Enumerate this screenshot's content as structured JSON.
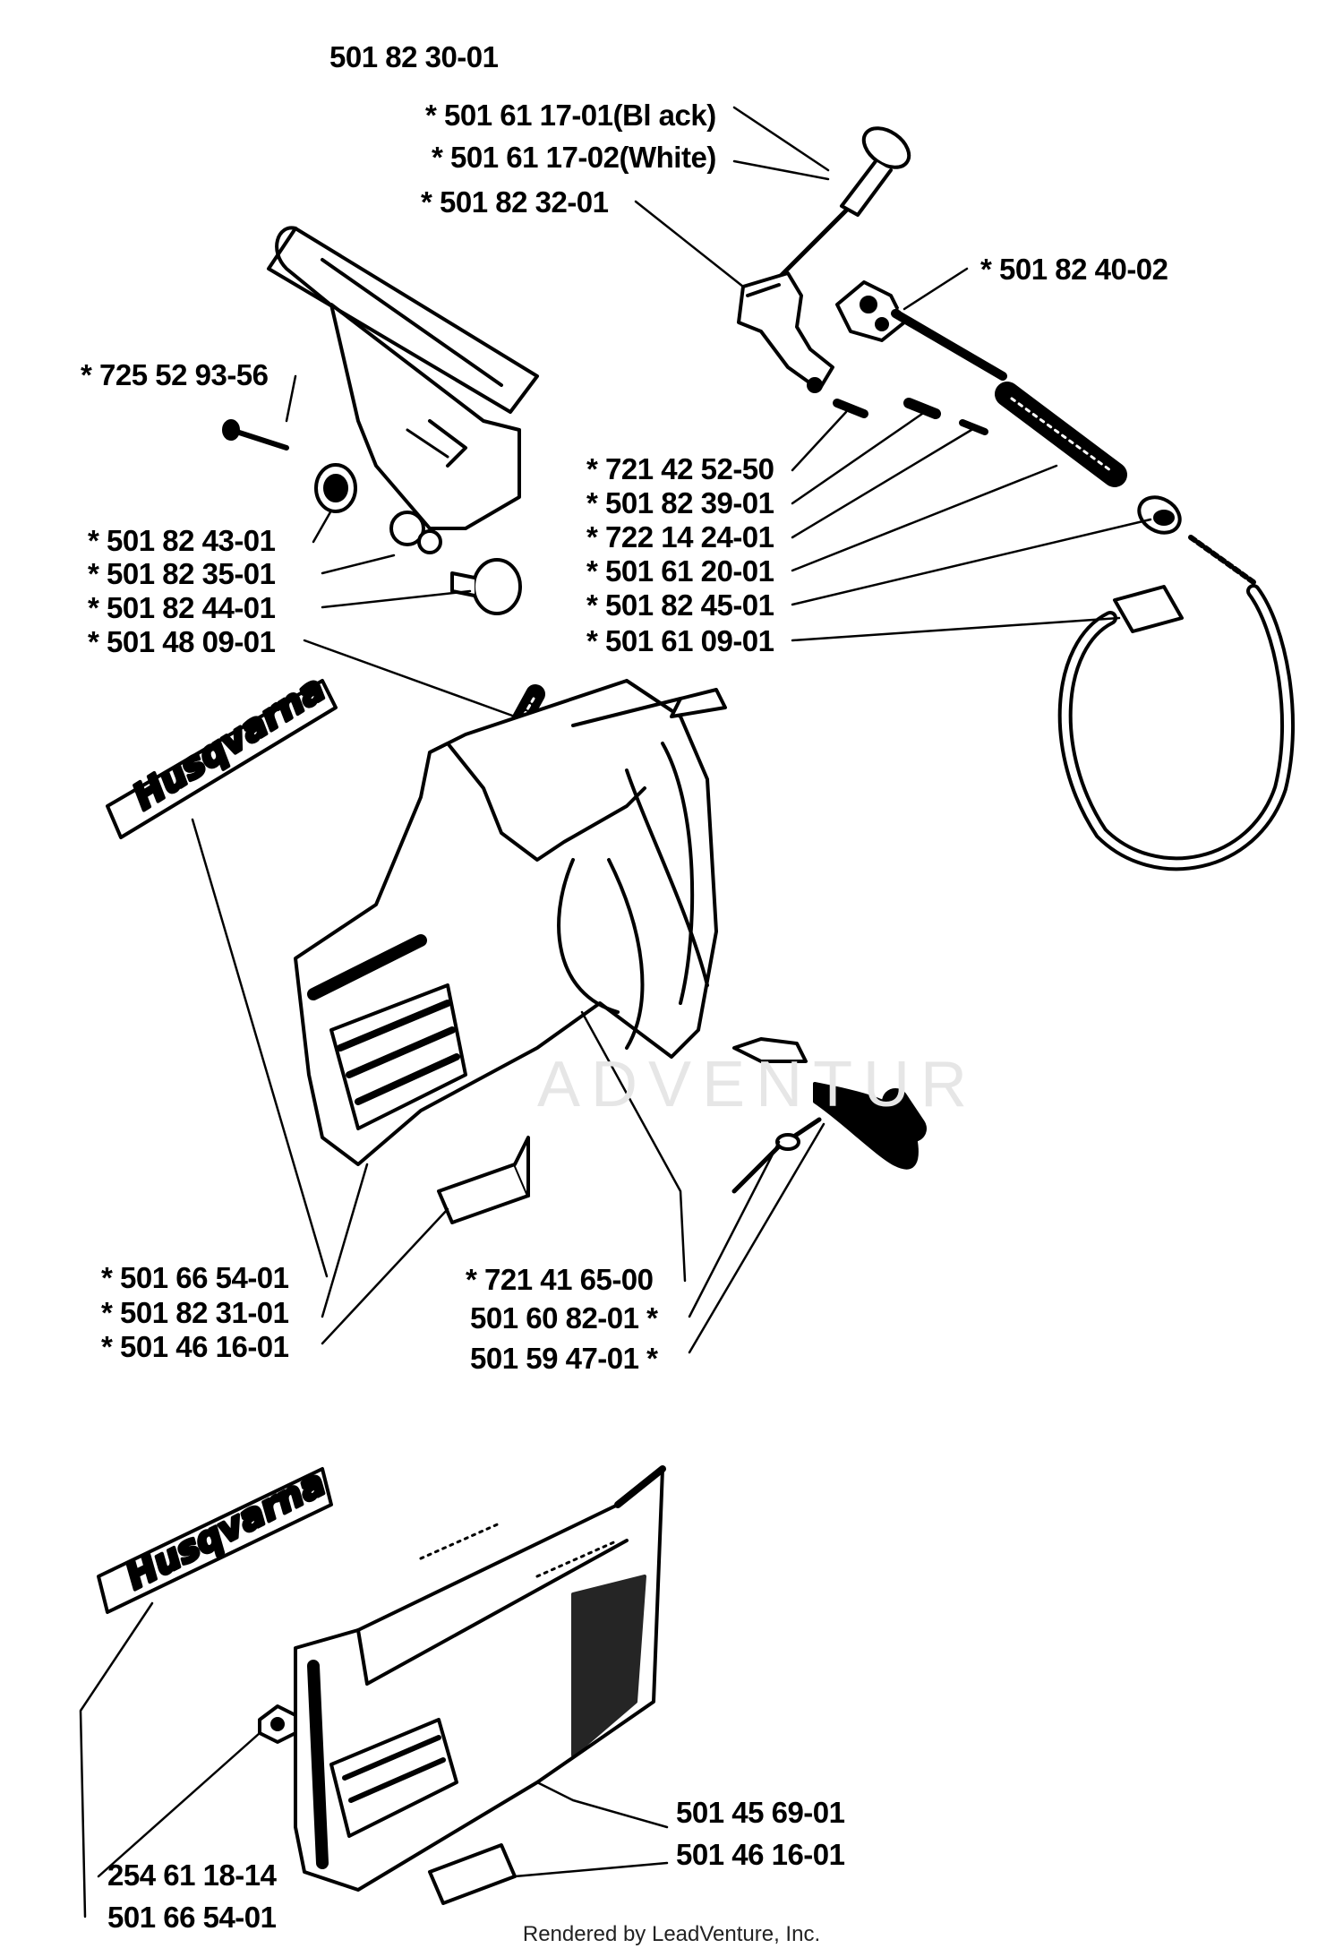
{
  "assembly_number": "501 82 30-01",
  "brand": "Husqvarna",
  "watermark": "ADVENTUR",
  "footer": "Rendered by LeadVenture, Inc.",
  "part_labels": [
    "* 501 61 17-01(Bl ack)",
    "* 501 61 17-02(White)",
    "* 501 82 32-01",
    "* 501 82 40-02",
    "* 725 52 93-56",
    "* 501 82 43-01",
    "* 501 82 35-01",
    "* 501 82 44-01",
    "* 501 48 09-01",
    "* 721 42 52-50",
    "* 501 82 39-01",
    "* 722 14 24-01",
    "* 501 61 20-01",
    "* 501 82 45-01",
    "* 501 61 09-01",
    "* 501 66 54-01",
    "* 501 82 31-01",
    "* 501 46 16-01",
    "* 721 41 65-00",
    "501 60 82-01 *",
    "501 59 47-01 *",
    "501 45 69-01",
    "501 46 16-01",
    "254 61 18-14",
    "501 66 54-01"
  ]
}
